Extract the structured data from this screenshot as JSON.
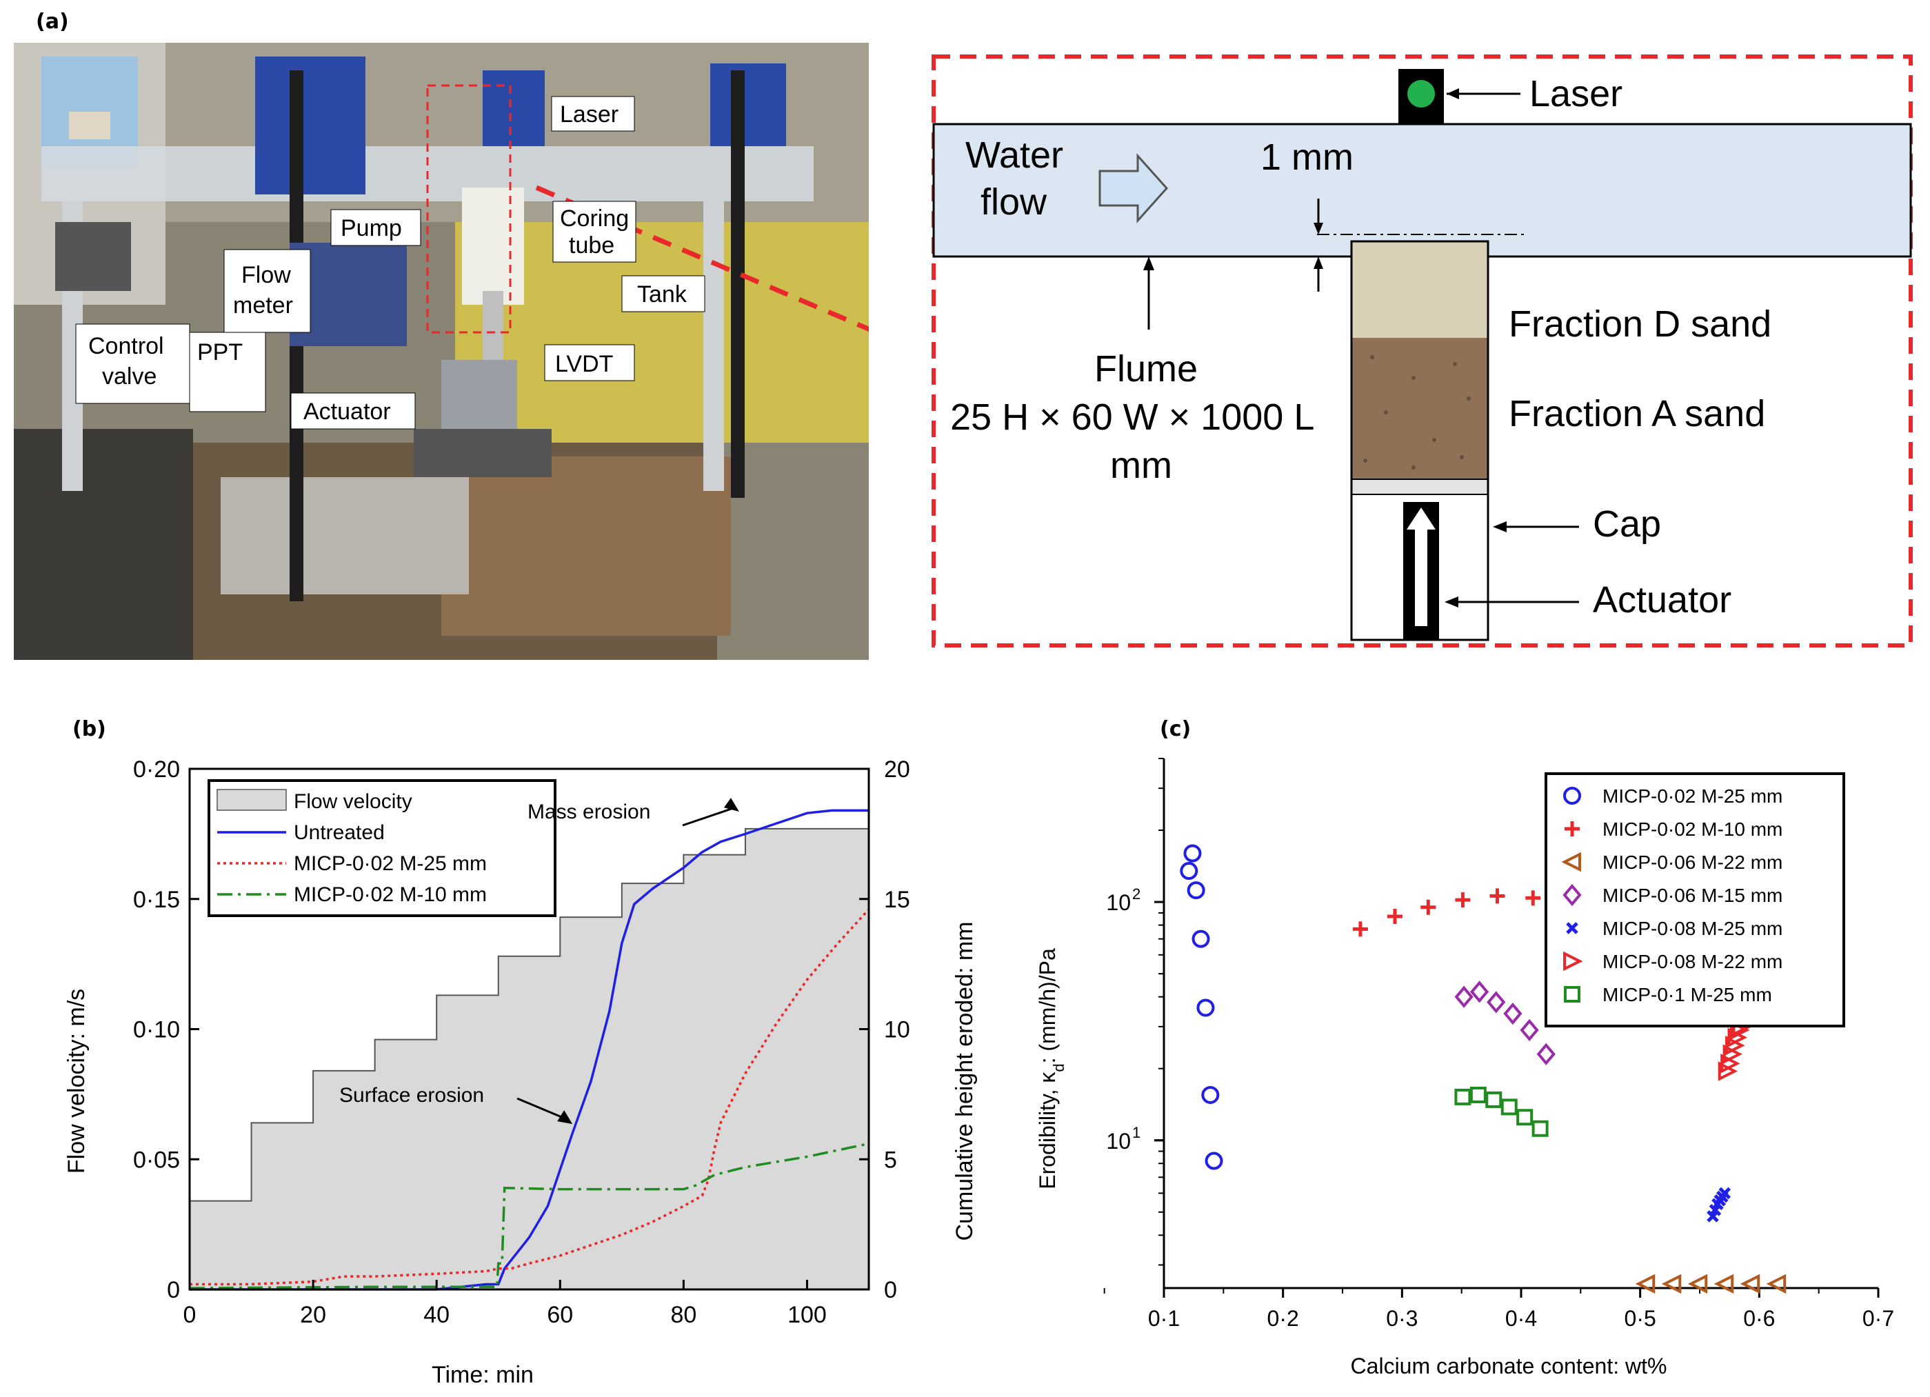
{
  "panel_labels": {
    "a": "(a)",
    "b": "(b)",
    "c": "(c)"
  },
  "photo": {
    "labels": {
      "laser": "Laser",
      "coring_tube_1": "Coring",
      "coring_tube_2": "tube",
      "pump": "Pump",
      "flow_meter_1": "Flow",
      "flow_meter_2": "meter",
      "tank": "Tank",
      "control_valve_1": "Control",
      "control_valve_2": "valve",
      "ppt": "PPT",
      "lvdt": "LVDT",
      "actuator": "Actuator"
    },
    "colors": {
      "callout": "#e8282a"
    }
  },
  "schematic": {
    "laser": "Laser",
    "water_flow_1": "Water",
    "water_flow_2": "flow",
    "gap": "1 mm",
    "flume_1": "Flume",
    "flume_2": "25 H × 60 W × 1000 L",
    "flume_3": "mm",
    "fraction_d": "Fraction D sand",
    "fraction_a": "Fraction A sand",
    "cap": "Cap",
    "actuator": "Actuator",
    "colors": {
      "water": "#dbe6f2",
      "border": "#e8282a",
      "laser_dot": "#22b14c",
      "arrow_fill": "#cfe2f3"
    }
  },
  "chart_data": [
    {
      "type": "line",
      "panel": "(b)",
      "xlabel": "Time: min",
      "ylabel": "Flow velocity: m/s",
      "y2label": "Cumulative height eroded: mm",
      "xlim": [
        0,
        110
      ],
      "ylim": [
        0,
        0.2
      ],
      "y2lim": [
        0,
        20
      ],
      "xticks": [
        0,
        20,
        40,
        60,
        80,
        100
      ],
      "yticks": [
        0,
        0.05,
        0.1,
        0.15,
        0.2
      ],
      "yticklabels": [
        "0",
        "0·05",
        "0·10",
        "0·15",
        "0·20"
      ],
      "y2ticks": [
        0,
        5,
        10,
        15,
        20
      ],
      "legend_position": "top-left",
      "annotations": [
        {
          "text": "Mass erosion",
          "x": 89,
          "y": 18.3
        },
        {
          "text": "Surface erosion",
          "x": 62,
          "y": 6.3
        }
      ],
      "series": [
        {
          "name": "Flow velocity",
          "style": "filled-step",
          "color": "#d9d9d9",
          "axis": "left",
          "x": [
            0,
            10,
            20,
            30,
            40,
            50,
            60,
            70,
            80,
            90,
            110
          ],
          "y": [
            0.034,
            0.064,
            0.084,
            0.096,
            0.113,
            0.128,
            0.143,
            0.156,
            0.167,
            0.177,
            0.177
          ]
        },
        {
          "name": "Untreated",
          "style": "solid",
          "color": "#1f1fe6",
          "axis": "right",
          "x": [
            0,
            20,
            40,
            48,
            50,
            51,
            52,
            55,
            58,
            60,
            62,
            65,
            68,
            70,
            72,
            75,
            80,
            83,
            86,
            90,
            95,
            100,
            104,
            110
          ],
          "y": [
            0,
            0,
            0,
            0.2,
            0.2,
            0.8,
            1.1,
            2,
            3.2,
            4.6,
            6,
            8,
            10.7,
            13.3,
            14.8,
            15.4,
            16.2,
            16.8,
            17.2,
            17.5,
            17.9,
            18.3,
            18.4,
            18.4
          ]
        },
        {
          "name": "MICP-0·02 M-25 mm",
          "style": "dotted",
          "color": "#e8282a",
          "axis": "right",
          "x": [
            0,
            10,
            20,
            25,
            30,
            40,
            48,
            50,
            52,
            55,
            60,
            65,
            70,
            75,
            80,
            83,
            84,
            85,
            86,
            90,
            95,
            100,
            105,
            110
          ],
          "y": [
            0.2,
            0.2,
            0.3,
            0.5,
            0.5,
            0.6,
            0.7,
            0.8,
            0.8,
            1.0,
            1.3,
            1.7,
            2.1,
            2.6,
            3.2,
            3.6,
            4.2,
            5.4,
            6.4,
            8.3,
            10.2,
            11.9,
            13.3,
            14.6
          ]
        },
        {
          "name": "MICP-0·02 M-10 mm",
          "style": "dashdot",
          "color": "#1e8c1e",
          "axis": "right",
          "x": [
            0,
            30,
            49.8,
            50,
            50.6,
            51,
            60,
            70,
            80,
            82,
            85,
            90,
            100,
            110
          ],
          "y": [
            0.05,
            0.1,
            0.1,
            1.0,
            1.0,
            3.9,
            3.85,
            3.85,
            3.85,
            4.0,
            4.4,
            4.7,
            5.1,
            5.6
          ]
        }
      ]
    },
    {
      "type": "scatter",
      "panel": "(c)",
      "xlabel": "Calcium carbonate content: wt%",
      "ylabel": "Erodibility, κ_d: (mm/h)/Pa",
      "xlim": [
        0.1,
        0.7
      ],
      "yscale": "log",
      "ylim": [
        2.4,
        400
      ],
      "xticks": [
        0.1,
        0.2,
        0.3,
        0.4,
        0.5,
        0.6,
        0.7
      ],
      "xticklabels": [
        "0·1",
        "0·2",
        "0·3",
        "0·4",
        "0·5",
        "0·6",
        "0·7"
      ],
      "yticks": [
        10,
        100
      ],
      "legend_position": "top-right",
      "series": [
        {
          "name": "MICP-0·02 M-25 mm",
          "marker": "circle",
          "color": "#1f1fe6",
          "x": [
            0.121,
            0.124,
            0.127,
            0.131,
            0.135,
            0.139,
            0.142
          ],
          "y": [
            135,
            160,
            112,
            70,
            36,
            15.5,
            8.2
          ]
        },
        {
          "name": "MICP-0·02 M-10 mm",
          "marker": "plus",
          "color": "#e8282a",
          "x": [
            0.265,
            0.294,
            0.322,
            0.351,
            0.38,
            0.41
          ],
          "y": [
            77,
            87,
            95,
            102,
            106,
            104
          ]
        },
        {
          "name": "MICP-0·06 M-22 mm",
          "marker": "triangle-left",
          "color": "#b3591b",
          "x": [
            0.505,
            0.527,
            0.549,
            0.571,
            0.593,
            0.615
          ],
          "y": [
            2.5,
            2.5,
            2.5,
            2.5,
            2.5,
            2.5
          ]
        },
        {
          "name": "MICP-0·06 M-15 mm",
          "marker": "diamond",
          "color": "#9b2aa8",
          "x": [
            0.352,
            0.365,
            0.379,
            0.393,
            0.407,
            0.421
          ],
          "y": [
            40,
            42,
            38,
            34,
            29,
            23
          ]
        },
        {
          "name": "MICP-0·08 M-25 mm",
          "marker": "cross",
          "color": "#1f1fe6",
          "x": [
            0.561,
            0.563,
            0.565,
            0.567,
            0.569,
            0.571
          ],
          "y": [
            4.8,
            5.1,
            5.4,
            5.6,
            5.8,
            6.0
          ]
        },
        {
          "name": "MICP-0·08 M-22 mm",
          "marker": "triangle-right",
          "color": "#e8282a",
          "x": [
            0.573,
            0.575,
            0.577,
            0.579,
            0.581,
            0.583,
            0.585
          ],
          "y": [
            19.5,
            21,
            23,
            25,
            27,
            29,
            30
          ]
        },
        {
          "name": "MICP-0·1 M-25 mm",
          "marker": "square",
          "color": "#1e8c1e",
          "x": [
            0.351,
            0.364,
            0.377,
            0.39,
            0.403,
            0.416
          ],
          "y": [
            15.2,
            15.5,
            14.8,
            13.8,
            12.5,
            11.2
          ]
        }
      ]
    }
  ]
}
